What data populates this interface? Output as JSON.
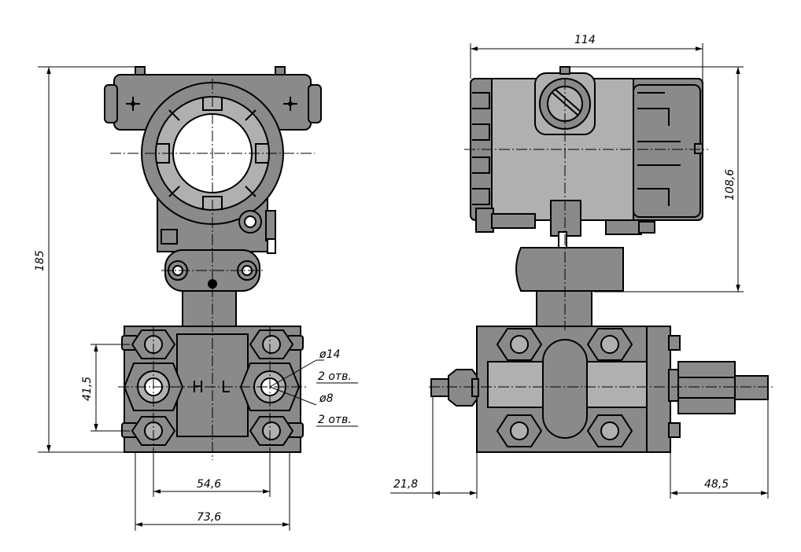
{
  "dimensions": {
    "height_total": "185",
    "port_spacing_v": "41,5",
    "port_spacing_h": "54,6",
    "flange_width": "73,6",
    "depth_total": "114",
    "housing_height": "108,6",
    "fitting_left": "21,8",
    "fitting_right": "48,5"
  },
  "port_labels": {
    "high": "H",
    "low": "L"
  },
  "callouts": {
    "dia_large": "ø14",
    "count_large": "2 отв.",
    "dia_small": "ø8",
    "count_small": "2 отв."
  },
  "colors": {
    "line": "#000000",
    "fill": "#8a8a8a",
    "fill_light": "#b0b0b0",
    "background": "#ffffff"
  }
}
